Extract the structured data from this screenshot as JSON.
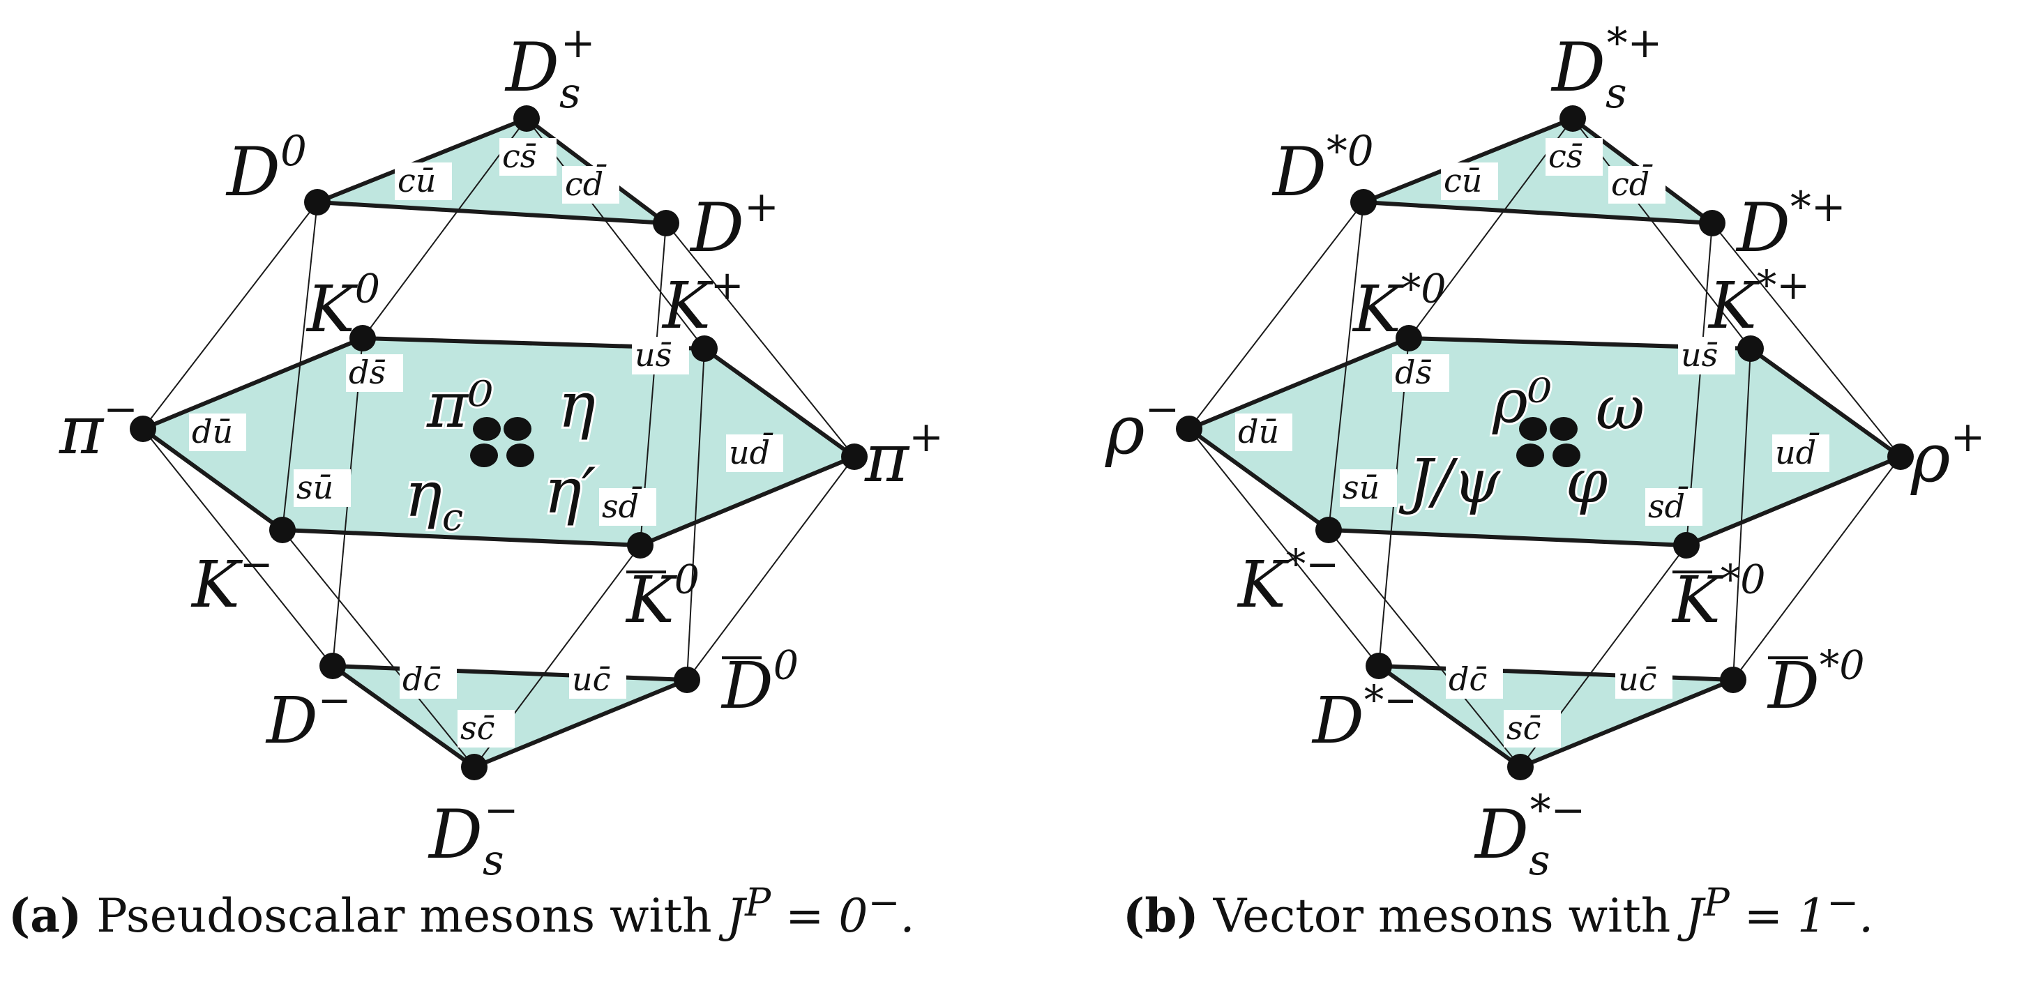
{
  "colors": {
    "face": "#bfe6df",
    "ink": "#111111",
    "line": "#1a1a1a"
  },
  "panels": [
    {
      "id": "a",
      "caption": {
        "tag": "(a)",
        "text": "Pseudoscalar mesons with",
        "math": "J^P = 0^-."
      },
      "vertices": {
        "Ds_top": {
          "label": "D",
          "sub": "s",
          "sup": "+"
        },
        "D0": {
          "label": "D",
          "sup": "0"
        },
        "Dplus": {
          "label": "D",
          "sup": "+"
        },
        "K0": {
          "label": "K",
          "sup": "0"
        },
        "Kplus": {
          "label": "K",
          "sup": "+"
        },
        "pi_minus": {
          "label": "π",
          "sup": "−"
        },
        "pi_plus": {
          "label": "π",
          "sup": "+"
        },
        "Kminus": {
          "label": "K",
          "sup": "−"
        },
        "K0bar": {
          "label": "K",
          "sup": "0",
          "bar": true
        },
        "Dminus": {
          "label": "D",
          "sup": "−"
        },
        "D0bar": {
          "label": "D",
          "sup": "0",
          "bar": true
        },
        "Ds_bottom": {
          "label": "D",
          "sub": "s",
          "sup": "−"
        }
      },
      "quark_labels": [
        "cs̄",
        "cū",
        "cd̄",
        "ds̄",
        "us̄",
        "dū",
        "ud̄",
        "sū",
        "sd̄",
        "dc̄",
        "uc̄",
        "sc̄"
      ],
      "center_labels": [
        "π⁰",
        "η",
        "η",
        "η′"
      ],
      "center_sub": "c"
    },
    {
      "id": "b",
      "caption": {
        "tag": "(b)",
        "text": "Vector mesons with",
        "math": "J^P = 1^-."
      },
      "vertices": {
        "Ds_top": {
          "label": "D",
          "sub": "s",
          "sup": "*+"
        },
        "D0": {
          "label": "D",
          "sup": "*0"
        },
        "Dplus": {
          "label": "D",
          "sup": "*+"
        },
        "K0": {
          "label": "K",
          "sup": "*0"
        },
        "Kplus": {
          "label": "K",
          "sup": "*+"
        },
        "pi_minus": {
          "label": "ρ",
          "sup": "−"
        },
        "pi_plus": {
          "label": "ρ",
          "sup": "+"
        },
        "Kminus": {
          "label": "K",
          "sup": "*−"
        },
        "K0bar": {
          "label": "K",
          "sup": "*0",
          "bar": true
        },
        "Dminus": {
          "label": "D",
          "sup": "*−"
        },
        "D0bar": {
          "label": "D",
          "sup": "*0",
          "bar": true
        },
        "Ds_bottom": {
          "label": "D",
          "sub": "s",
          "sup": "*−"
        }
      },
      "quark_labels": [
        "cs̄",
        "cū",
        "cd̄",
        "ds̄",
        "us̄",
        "dū",
        "ud̄",
        "sū",
        "sd̄",
        "dc̄",
        "uc̄",
        "sc̄"
      ],
      "center_labels": [
        "ρ⁰",
        "ω",
        "J/ψ",
        "φ"
      ],
      "center_sub": ""
    }
  ]
}
